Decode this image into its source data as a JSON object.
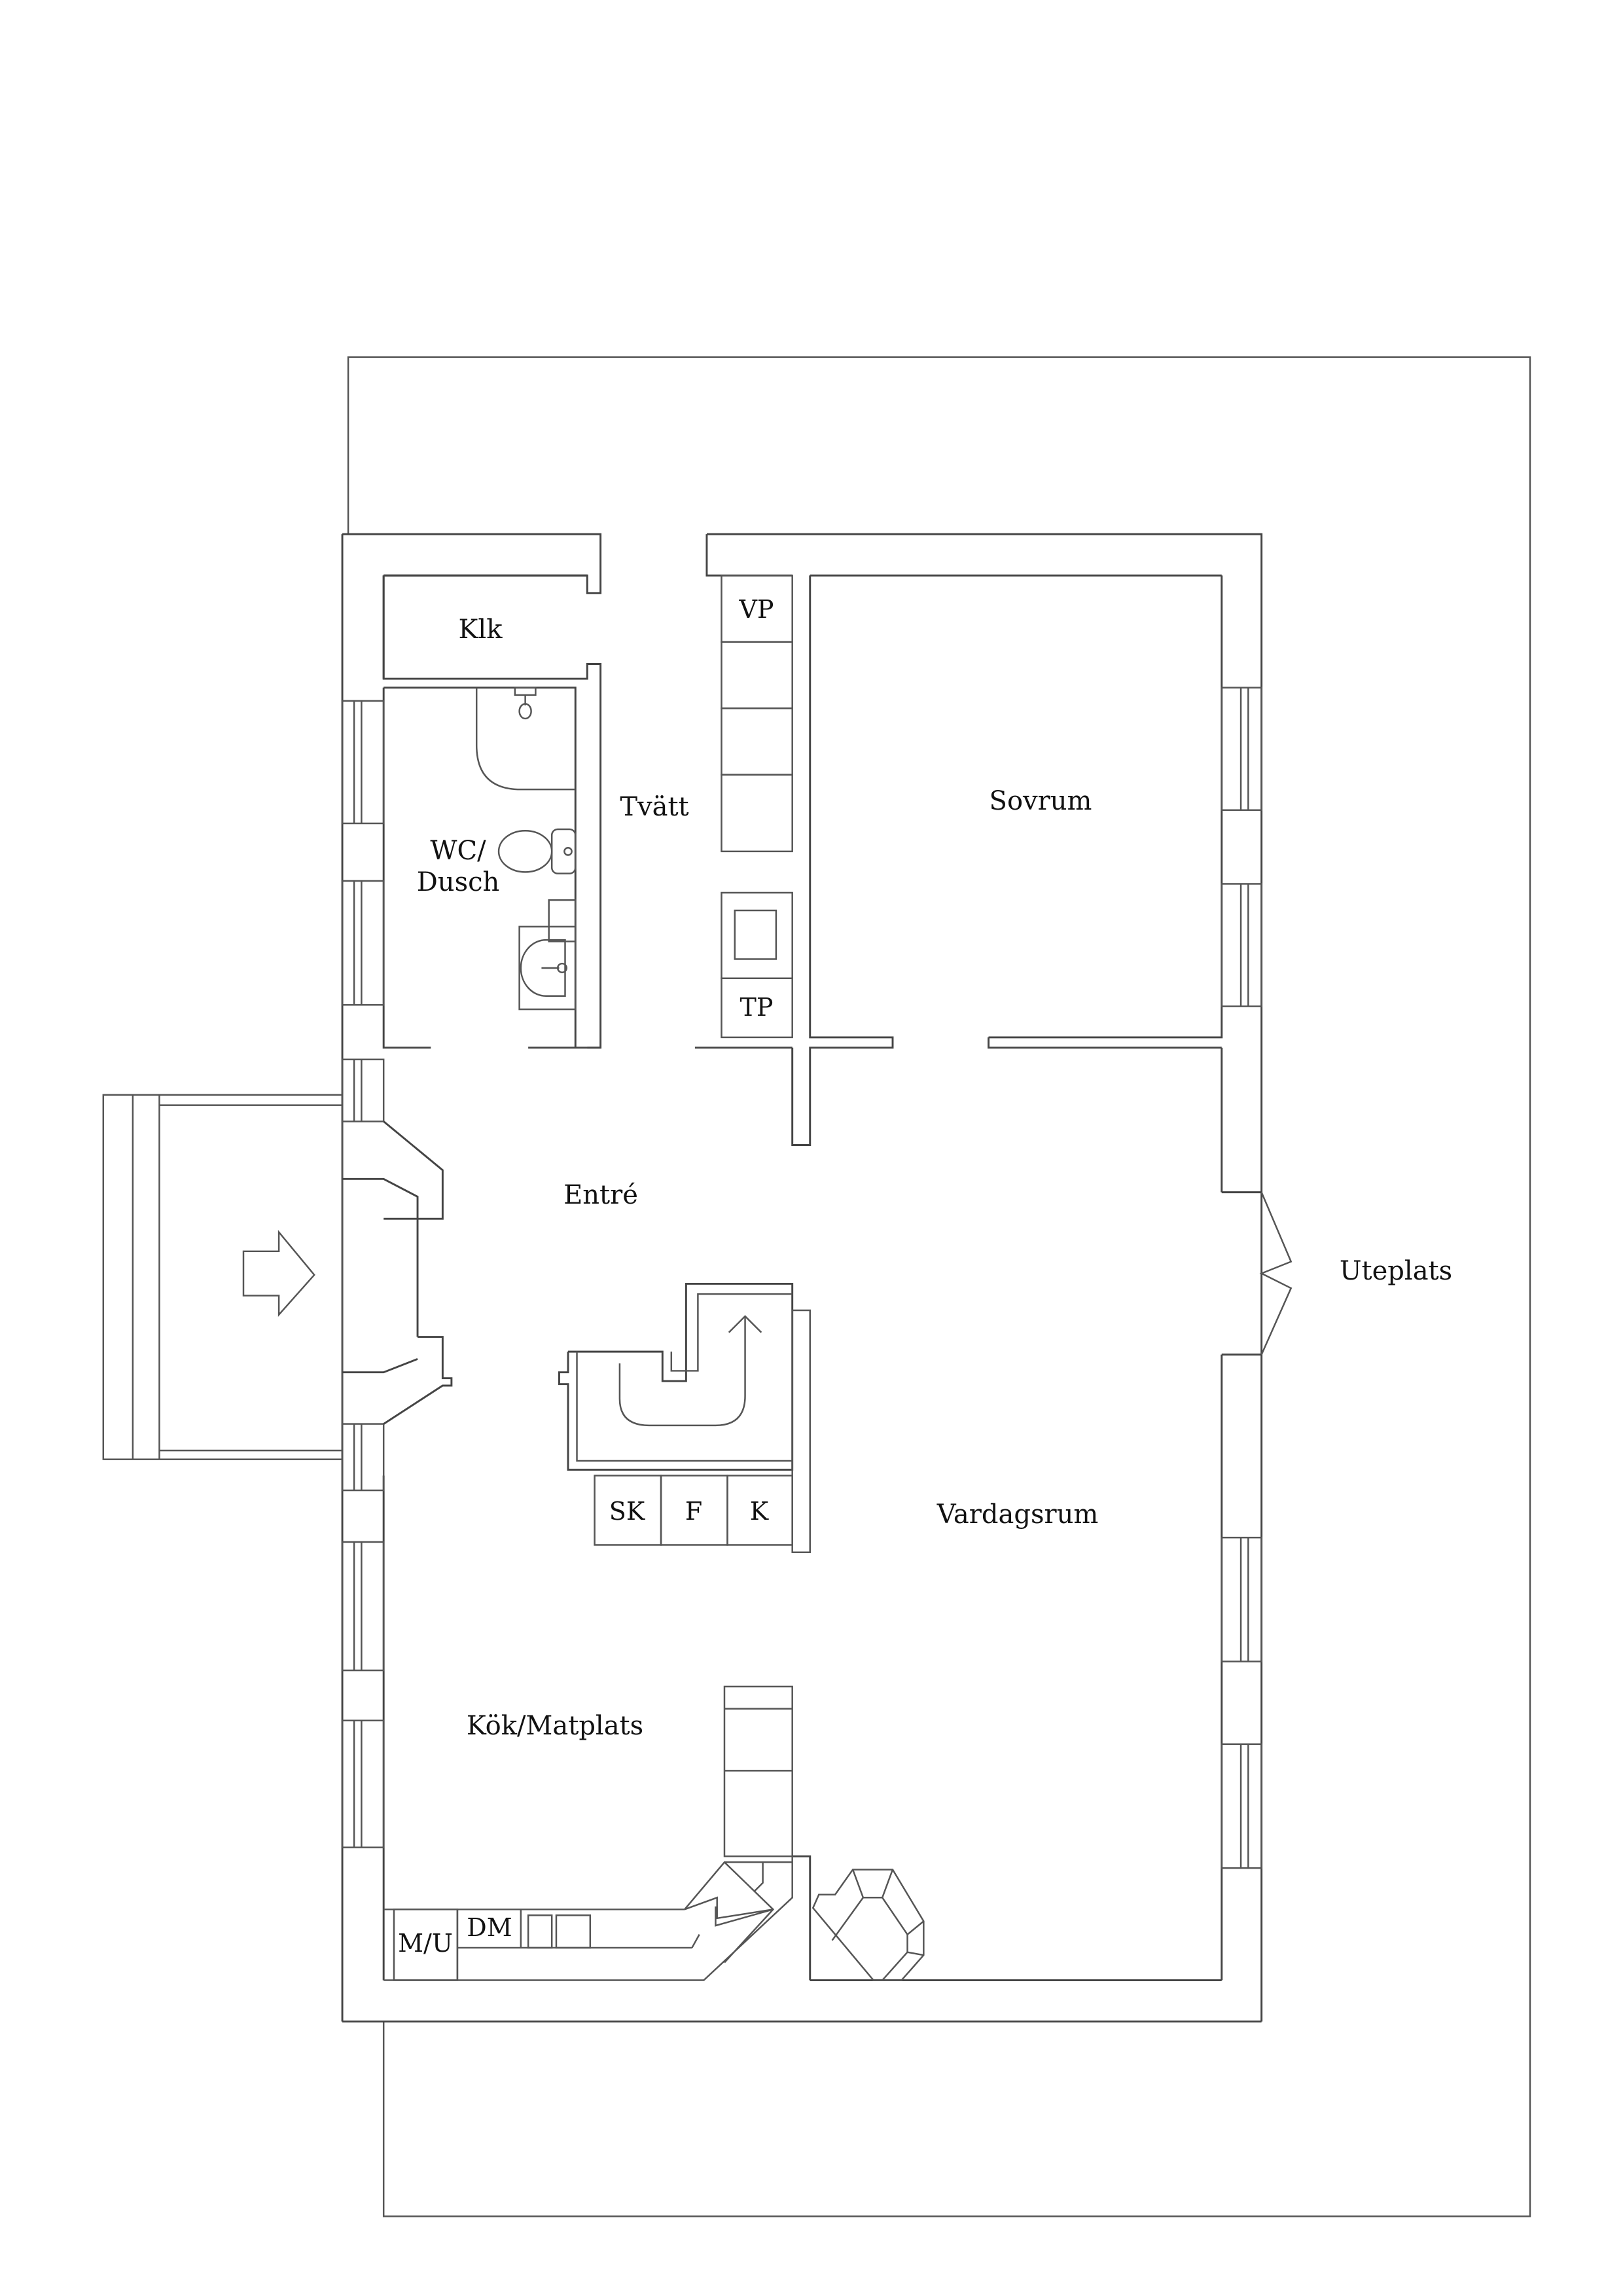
{
  "plan": {
    "title": "Floor plan",
    "stroke_color": "#555555",
    "background": "#ffffff",
    "rooms": {
      "klk": "Klk",
      "tvatt": "Tvätt",
      "wc_dusch_line1": "WC/",
      "wc_dusch_line2": "Dusch",
      "sovrum": "Sovrum",
      "entre": "Entré",
      "vardagsrum": "Vardagsrum",
      "kok_matplats": "Kök/Matplats",
      "uteplats": "Uteplats"
    },
    "fixtures": {
      "vp": "VP",
      "tp": "TP",
      "sk": "SK",
      "f": "F",
      "k": "K",
      "mu": "M/U",
      "dm": "DM"
    },
    "icons": [
      "entrance-arrow-icon",
      "stair-arrow-icon",
      "toilet-icon",
      "sink-icon",
      "shower-icon",
      "double-door-icon",
      "fireplace-icon",
      "stove-icon"
    ]
  }
}
